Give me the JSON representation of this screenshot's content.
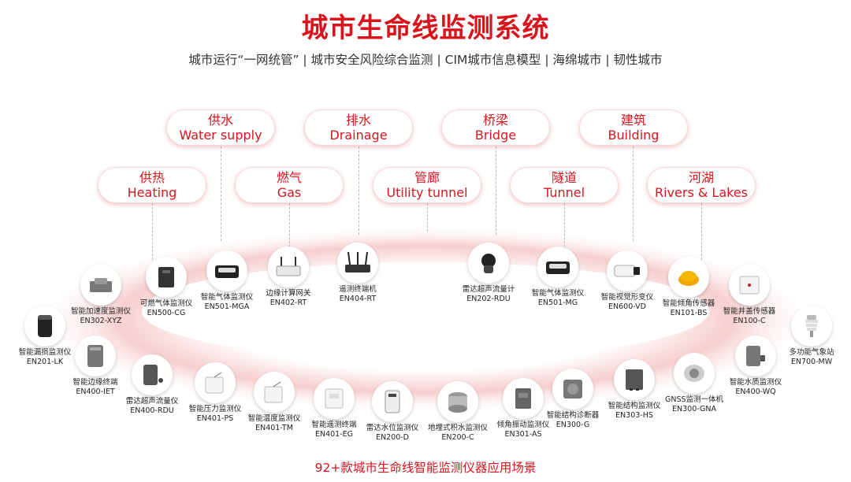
{
  "title": "城市生命线监测系统",
  "subtitle": "城市运行“一网统管” | 城市安全风险综合监测 | CIM城市信息模型 | 海绵城市 | 韧性城市",
  "footer": "92+款城市生命线智能监测仪器应用场景",
  "scenarios": [
    {
      "zh": "供水",
      "en": "Water supply"
    },
    {
      "zh": "排水",
      "en": "Drainage"
    },
    {
      "zh": "桥梁",
      "en": "Bridge"
    },
    {
      "zh": "建筑",
      "en": "Building"
    },
    {
      "zh": "供热",
      "en": "Heating"
    },
    {
      "zh": "燃气",
      "en": "Gas"
    },
    {
      "zh": "管廊",
      "en": "Utility tunnel"
    },
    {
      "zh": "隧道",
      "en": "Tunnel"
    },
    {
      "zh": "河湖",
      "en": "Rivers & Lakes"
    }
  ],
  "devices": [
    {
      "name": "智能漏损监测仪",
      "code": "EN201-LK",
      "icon": "cylinder-sensor-icon"
    },
    {
      "name": "智能加速度监测仪",
      "code": "EN302-XYZ",
      "icon": "accelerometer-icon"
    },
    {
      "name": "可燃气体监测仪",
      "code": "EN500-CG",
      "icon": "gas-detector-icon"
    },
    {
      "name": "智能气体监测仪",
      "code": "EN501-MGA",
      "icon": "gas-box-icon"
    },
    {
      "name": "边缘计算网关",
      "code": "EN402-RT",
      "icon": "gateway-icon"
    },
    {
      "name": "遥测终端机",
      "code": "EN404-RT",
      "icon": "router-icon"
    },
    {
      "name": "雷达超声流量计",
      "code": "EN202-RDU",
      "icon": "radar-flowmeter-icon"
    },
    {
      "name": "智能气体监测仪",
      "code": "EN501-MG",
      "icon": "gas-box-icon"
    },
    {
      "name": "智能视觉形变仪",
      "code": "EN600-VD",
      "icon": "camera-icon"
    },
    {
      "name": "智能倾角传感器",
      "code": "EN101-BS",
      "icon": "tilt-sensor-icon"
    },
    {
      "name": "智能井盖传感器",
      "code": "EN100-C",
      "icon": "manhole-sensor-icon"
    },
    {
      "name": "多功能气象站",
      "code": "EN700-MW",
      "icon": "weather-station-icon"
    },
    {
      "name": "智能边缘终端",
      "code": "EN400-IET",
      "icon": "edge-terminal-icon"
    },
    {
      "name": "雷达超声流量仪",
      "code": "EN400-RDU",
      "icon": "radar-unit-icon"
    },
    {
      "name": "智能压力监测仪",
      "code": "EN401-PS",
      "icon": "pressure-box-icon"
    },
    {
      "name": "智能温度监测仪",
      "code": "EN401-TM",
      "icon": "temperature-box-icon"
    },
    {
      "name": "智能遥测终端",
      "code": "EN401-EG",
      "icon": "telemetry-box-icon"
    },
    {
      "name": "雷达水位监测仪",
      "code": "EN200-D",
      "icon": "water-level-icon"
    },
    {
      "name": "地埋式积水监测仪",
      "code": "EN200-C",
      "icon": "buried-sensor-icon"
    },
    {
      "name": "倾角振动监测仪",
      "code": "EN301-AS",
      "icon": "vibration-box-icon"
    },
    {
      "name": "智能结构诊断器",
      "code": "EN300-G",
      "icon": "structure-diagnoser-icon"
    },
    {
      "name": "智能结构监测仪",
      "code": "EN303-HS",
      "icon": "structure-monitor-icon"
    },
    {
      "name": "GNSS监测一体机",
      "code": "EN300-GNA",
      "icon": "gnss-icon"
    },
    {
      "name": "智能水质监测仪",
      "code": "EN400-WQ",
      "icon": "water-quality-icon"
    }
  ],
  "colors": {
    "accent": "#d8151d",
    "text": "#333333"
  }
}
